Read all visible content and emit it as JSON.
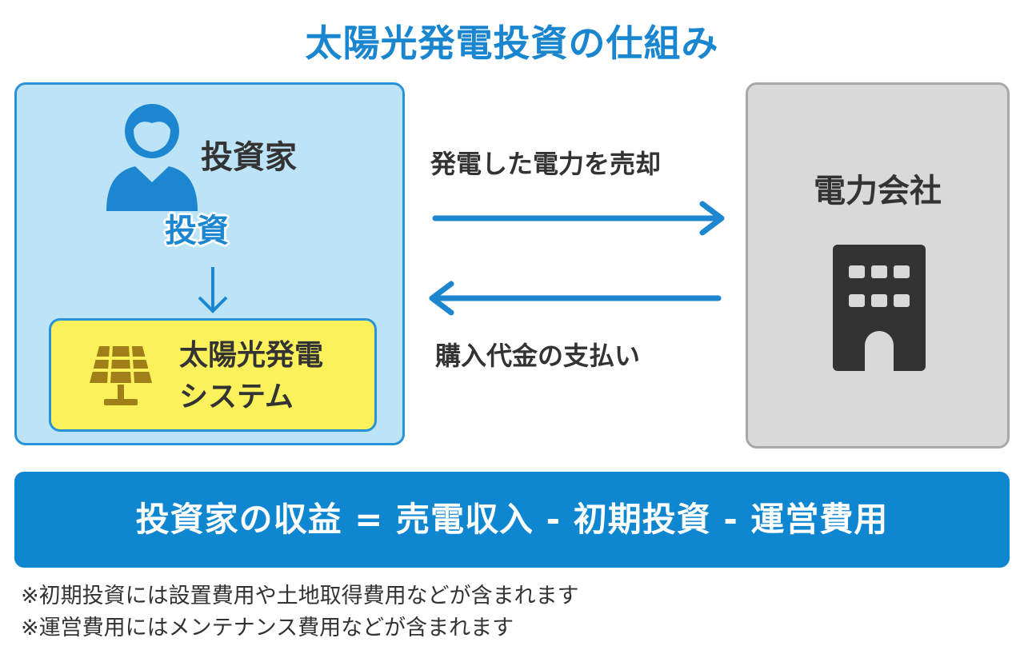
{
  "title": "太陽光発電投資の仕組み",
  "investor": {
    "label": "投資家",
    "invest_label": "投資",
    "system_line1": "太陽光発電",
    "system_line2": "システム"
  },
  "flows": {
    "sell": "発電した電力を売却",
    "pay": "購入代金の支払い"
  },
  "company": {
    "label": "電力会社"
  },
  "formula": "投資家の収益 = 売電収入 - 初期投資 - 運営費用",
  "notes": [
    "※初期投資には設置費用や土地取得費用などが含まれます",
    "※運営費用にはメンテナンス費用などが含まれます"
  ],
  "colors": {
    "title": "#1a86d0",
    "investor_fill": "#bde3f7",
    "investor_border": "#2a92d8",
    "solar_fill": "#fbf15a",
    "company_fill": "#d9d9d9",
    "company_border": "#a8a8a8",
    "formula_bar": "#0f86d0",
    "icon_blue": "#1c87d0",
    "icon_dark": "#333333",
    "solar_icon": "#a07f1a"
  },
  "icons": [
    "person-icon",
    "down-arrow-icon",
    "solar-panel-icon",
    "right-arrow-icon",
    "left-arrow-icon",
    "building-icon"
  ]
}
